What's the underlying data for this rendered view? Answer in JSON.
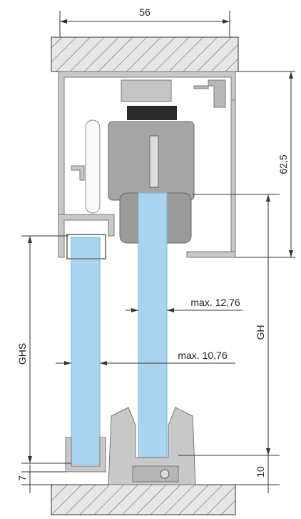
{
  "dimensions": {
    "width_top": "56",
    "height_right": "62,5",
    "gh": "GH",
    "ghs": "GHS",
    "max_inner": "max. 12,76",
    "max_outer": "max. 10,76",
    "bottom_left": "7",
    "bottom_right": "10"
  },
  "colors": {
    "glass": "#a9d3ee",
    "glass_edge": "#7fb4d8",
    "metal": "#c8c8c8",
    "metal_dark": "#8c8c8c",
    "carriage": "#a5a5a5",
    "hatch_fill": "#e6e6e6",
    "line": "#222222"
  }
}
